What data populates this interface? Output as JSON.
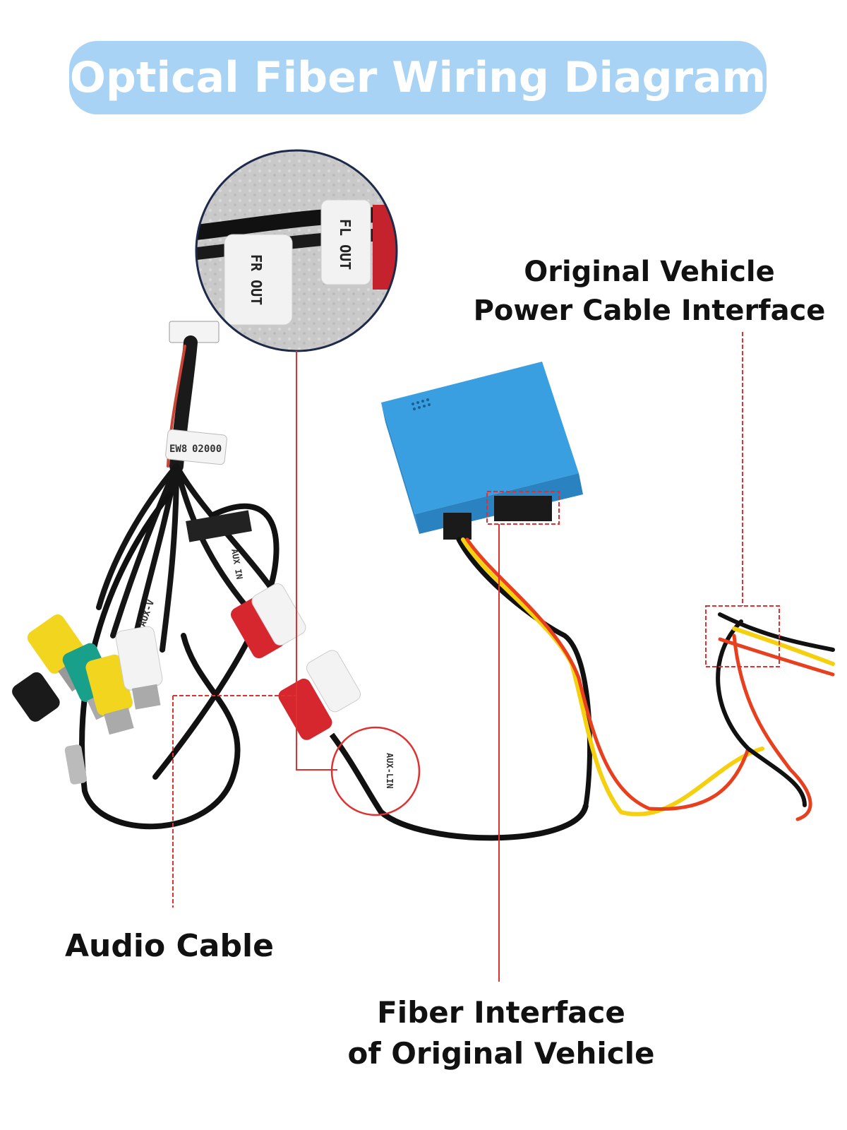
{
  "title": "Optical Fiber Wiring Diagram",
  "labels": {
    "power_line1": "Original Vehicle",
    "power_line2": "Power Cable Interface",
    "audio": "Audio Cable",
    "fiber_line1": "Fiber Interface",
    "fiber_line2": "of Original Vehicle"
  },
  "cable_tags": {
    "fl_out": "FL OUT",
    "fr_out": "FR OUT",
    "harness": "EW8",
    "harness_code": "02000",
    "aux_lin": "AUX-LIN",
    "aux_v": "AUX-V",
    "aux_in": "AUX IN"
  },
  "colors": {
    "banner": "#a9d3f5",
    "callout_red": "#e03030",
    "module_blue": "#3a9fe0"
  }
}
